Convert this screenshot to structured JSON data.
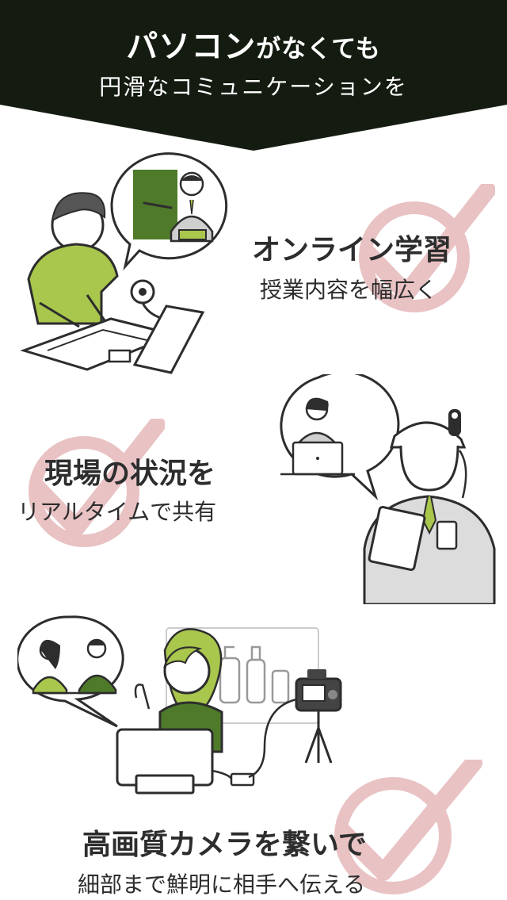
{
  "header": {
    "line1_bold": "パソコン",
    "line1_rest": "がなくても",
    "line2": "円滑なコミュニケーションを"
  },
  "features": [
    {
      "title": "オンライン学習",
      "subtitle": "授業内容を幅広く"
    },
    {
      "title": "現場の状況を",
      "subtitle": "リアルタイムで共有"
    },
    {
      "title": "高画質カメラを繋いで",
      "subtitle": "細部まで鮮明に相手へ伝える"
    }
  ],
  "colors": {
    "header_bg": "#141c11",
    "accent_green": "#a9c64d",
    "dark_green": "#4e7a2a",
    "check_pink": "#e9c2c4",
    "line": "#2d2d2d",
    "gray_fill": "#dcdcdc"
  },
  "icons": [
    "checkmark-icon"
  ]
}
